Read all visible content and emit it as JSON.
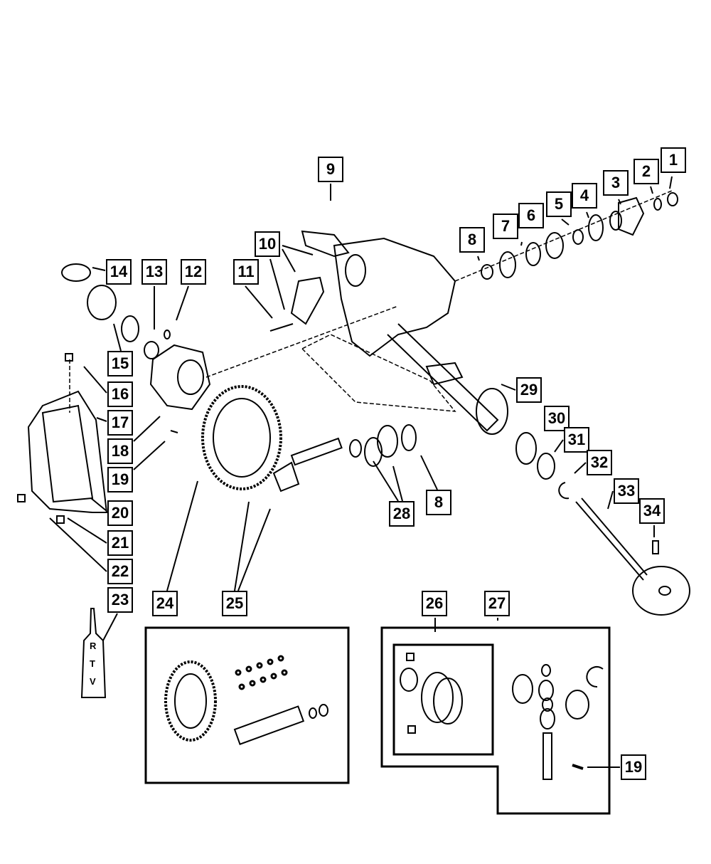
{
  "diagram": {
    "callouts": [
      {
        "label": "1"
      },
      {
        "label": "2"
      },
      {
        "label": "3"
      },
      {
        "label": "4"
      },
      {
        "label": "5"
      },
      {
        "label": "6"
      },
      {
        "label": "7"
      },
      {
        "label": "8"
      },
      {
        "label": "9"
      },
      {
        "label": "10"
      },
      {
        "label": "11"
      },
      {
        "label": "12"
      },
      {
        "label": "13"
      },
      {
        "label": "14"
      },
      {
        "label": "15"
      },
      {
        "label": "16"
      },
      {
        "label": "17"
      },
      {
        "label": "18"
      },
      {
        "label": "19"
      },
      {
        "label": "20"
      },
      {
        "label": "21"
      },
      {
        "label": "22"
      },
      {
        "label": "23"
      },
      {
        "label": "24"
      },
      {
        "label": "25"
      },
      {
        "label": "26"
      },
      {
        "label": "27"
      },
      {
        "label": "28"
      },
      {
        "label": "8"
      },
      {
        "label": "29"
      },
      {
        "label": "30"
      },
      {
        "label": "31"
      },
      {
        "label": "32"
      },
      {
        "label": "33"
      },
      {
        "label": "34"
      },
      {
        "label": "19"
      }
    ],
    "tube_label": [
      "R",
      "T",
      "V"
    ],
    "line_color": "#000000"
  }
}
